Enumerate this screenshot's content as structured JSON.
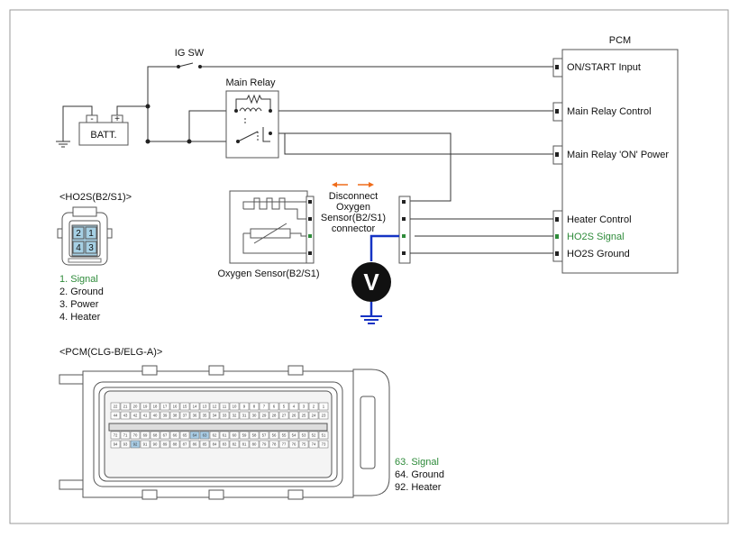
{
  "pcm": {
    "title": "PCM",
    "pins": [
      "ON/START Input",
      "Main Relay Control",
      "Main Relay 'ON' Power",
      "Heater Control",
      "HO2S Signal",
      "HO2S Ground"
    ]
  },
  "power": {
    "ig_sw": "IG SW",
    "main_relay": "Main Relay",
    "battery": "BATT.",
    "batt_minus": "-",
    "batt_plus": "+"
  },
  "sensor": {
    "label": "Oxygen Sensor(B2/S1)",
    "disconnect": [
      "Disconnect",
      "Oxygen",
      "Sensor(B2/S1)",
      "connector"
    ],
    "voltmeter": "V"
  },
  "ho2s_connector": {
    "title": "<HO2S(B2/S1)>",
    "cells": [
      "2",
      "1",
      "4",
      "3"
    ],
    "pins": [
      "1. Signal",
      "2. Ground",
      "3. Power",
      "4. Heater"
    ]
  },
  "pcm_connector": {
    "title": "<PCM(CLG-B/ELG-A)>",
    "pins": [
      "63. Signal",
      "64. Ground",
      "92. Heater"
    ],
    "row1": [
      "22",
      "21",
      "20",
      "19",
      "18",
      "17",
      "16",
      "15",
      "14",
      "13",
      "12",
      "11",
      "10",
      "9",
      "8",
      "7",
      "6",
      "5",
      "4",
      "3",
      "2",
      "1"
    ],
    "row2": [
      "44",
      "43",
      "42",
      "41",
      "40",
      "39",
      "38",
      "37",
      "36",
      "35",
      "34",
      "33",
      "32",
      "31",
      "30",
      "29",
      "28",
      "27",
      "26",
      "25",
      "24",
      "23"
    ],
    "row3": [
      "72",
      "71",
      "70",
      "69",
      "68",
      "67",
      "66",
      "65",
      "64",
      "63",
      "62",
      "61",
      "60",
      "59",
      "58",
      "57",
      "56",
      "55",
      "54",
      "53",
      "52",
      "51"
    ],
    "row4": [
      "94",
      "93",
      "92",
      "91",
      "90",
      "89",
      "88",
      "87",
      "86",
      "85",
      "84",
      "83",
      "82",
      "81",
      "80",
      "79",
      "78",
      "77",
      "76",
      "75",
      "74",
      "73"
    ]
  },
  "colors": {
    "signal_green": "#2e8b3a",
    "signal_wire_blue": "#1533c4",
    "arrow_orange": "#ef6c1a",
    "highlight_cell": "#a9cde6",
    "connector_fill": "#a6d0e4"
  }
}
